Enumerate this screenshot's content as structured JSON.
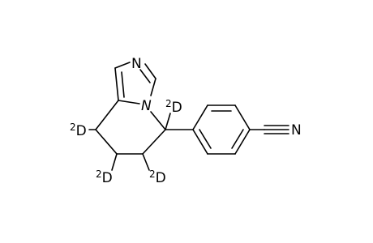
{
  "molecule": {
    "atoms": {
      "imidazole_n": "N",
      "bridgehead_n": "N",
      "nitrile_n": "N"
    },
    "deuterium_labels": [
      {
        "mass": "2",
        "symbol": "D",
        "position": "C5"
      },
      {
        "mass": "2",
        "symbol": "D",
        "position": "C6"
      },
      {
        "mass": "2",
        "symbol": "D",
        "position": "C7"
      },
      {
        "mass": "2",
        "symbol": "D",
        "position": "C8"
      }
    ]
  }
}
